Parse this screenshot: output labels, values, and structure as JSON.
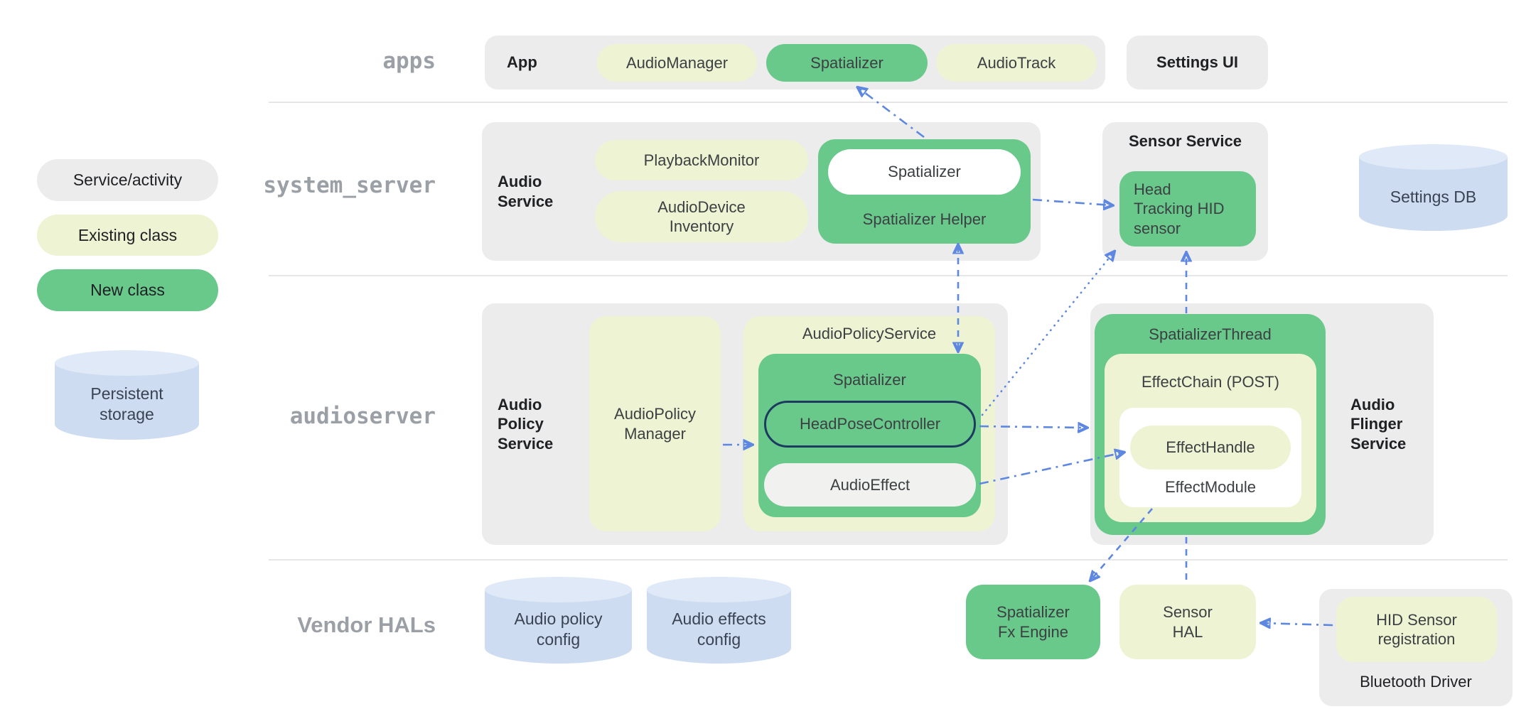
{
  "legend": {
    "service_activity": "Service/activity",
    "existing_class": "Existing class",
    "new_class": "New class",
    "persistent_storage": "Persistent\nstorage"
  },
  "rows": {
    "apps": "apps",
    "system_server": "system_server",
    "audioserver": "audioserver",
    "vendor_hals": "Vendor HALs"
  },
  "apps": {
    "app": "App",
    "audio_manager": "AudioManager",
    "spatializer": "Spatializer",
    "audio_track": "AudioTrack",
    "settings_ui": "Settings UI"
  },
  "system_server": {
    "audio_service": "Audio\nService",
    "playback_monitor": "PlaybackMonitor",
    "audio_device_inventory": "AudioDevice\nInventory",
    "spatializer": "Spatializer",
    "spatializer_helper": "Spatializer Helper",
    "sensor_service": "Sensor Service",
    "head_tracking_hid_sensor": "Head\nTracking HID\nsensor",
    "settings_db": "Settings DB"
  },
  "audioserver": {
    "audio_policy_service": "Audio\nPolicy\nService",
    "audio_policy_manager": "AudioPolicy\nManager",
    "audio_policy_service_class": "AudioPolicyService",
    "spatializer": "Spatializer",
    "head_pose_controller": "HeadPoseController",
    "audio_effect": "AudioEffect",
    "spatializer_thread": "SpatializerThread",
    "effect_chain": "EffectChain (POST)",
    "effect_handle": "EffectHandle",
    "effect_module": "EffectModule",
    "audio_flinger_service": "Audio\nFlinger\nService"
  },
  "vendor_hals": {
    "audio_policy_config": "Audio policy\nconfig",
    "audio_effects_config": "Audio effects\nconfig",
    "spatializer_fx_engine": "Spatializer\nFx Engine",
    "sensor_hal": "Sensor\nHAL",
    "hid_sensor_registration": "HID Sensor\nregistration",
    "bluetooth_driver": "Bluetooth Driver"
  },
  "connections": [
    {
      "from": "spatializer-helper",
      "to": "app-spatializer",
      "style": "dash-dot"
    },
    {
      "from": "spatializer-helper",
      "to": "audioserver-spatializer",
      "style": "dashed",
      "bidirectional": true
    },
    {
      "from": "spatializer-helper",
      "to": "head-tracking-hid-sensor",
      "style": "dash-dot"
    },
    {
      "from": "head-pose-controller",
      "to": "head-tracking-hid-sensor",
      "style": "dotted"
    },
    {
      "from": "audio-policy-manager",
      "to": "audioserver-spatializer",
      "style": "dash-dot"
    },
    {
      "from": "head-pose-controller",
      "to": "spatializer-thread",
      "style": "dash-dot"
    },
    {
      "from": "audio-effect",
      "to": "effect-handle",
      "style": "dash-dot"
    },
    {
      "from": "hid-sensor-registration",
      "to": "sensor-hal",
      "style": "dash-dot"
    },
    {
      "from": "effect-module",
      "to": "spatializer-fx-engine",
      "style": "dashed"
    },
    {
      "from": "sensor-hal",
      "to": "head-tracking-hid-sensor",
      "style": "dashed"
    }
  ],
  "colors": {
    "container_gray": "#ececec",
    "existing_class_yellow": "#eef4d3",
    "new_class_green": "#69c98b",
    "storage_blue": "#cddcf0",
    "storage_blue_top": "#dfe9f7",
    "arrow_blue": "#5d87e0",
    "outline_navy": "#1c3b5e"
  }
}
